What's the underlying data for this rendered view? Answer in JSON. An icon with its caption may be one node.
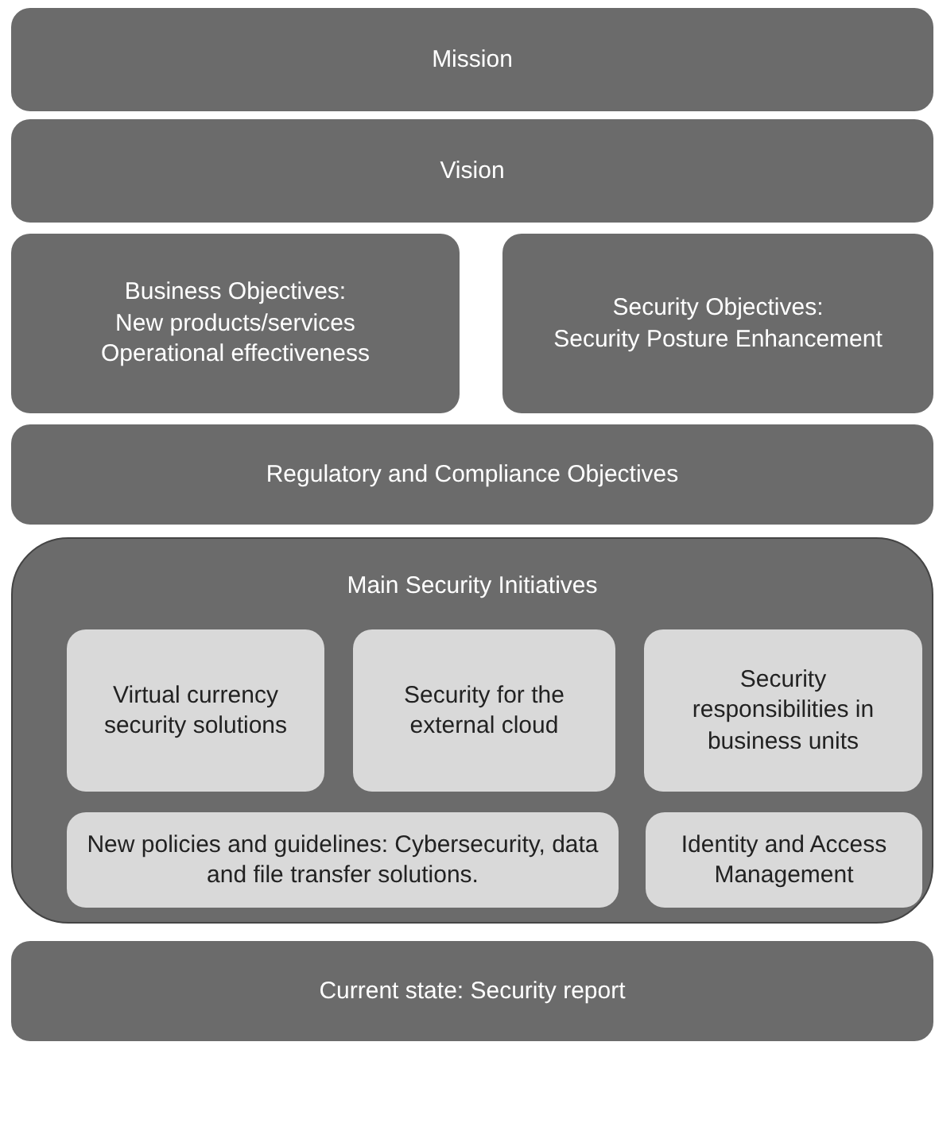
{
  "diagram": {
    "nodes": [
      {
        "text": [
          "Mission"
        ]
      },
      {
        "text": [
          "Vision"
        ]
      },
      {
        "text": [
          "Business Objectives:",
          "New products/services Operational effectiveness"
        ]
      },
      {
        "text": [
          "Security Objectives:",
          "Security Posture Enhancement"
        ]
      },
      {
        "text": [
          "Regulatory and Compliance Objectives"
        ]
      },
      {
        "text": [
          "Main Security Initiatives"
        ]
      },
      {
        "text": [
          "Virtual currency security solutions"
        ],
        "in": 5
      },
      {
        "text": [
          "Security for the external cloud"
        ],
        "in": 5
      },
      {
        "text": [
          "Security responsibilities in business units"
        ],
        "in": 5
      },
      {
        "text": [
          "New policies and guidelines: Cybersecurity, data and file transfer solutions."
        ],
        "in": 5
      },
      {
        "text": [
          "Identity and Access Management"
        ],
        "in": 5
      },
      {
        "text": [
          "Current state: Security report"
        ]
      }
    ]
  }
}
